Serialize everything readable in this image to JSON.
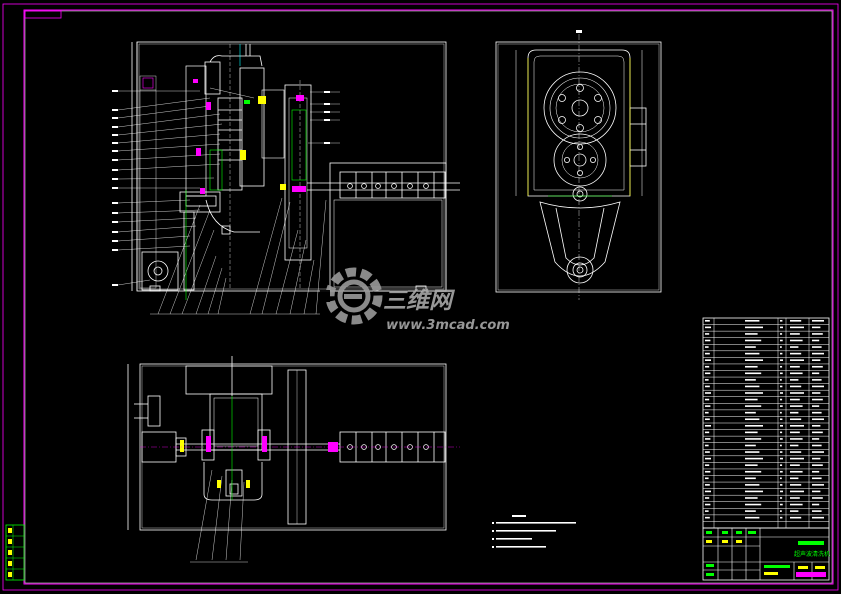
{
  "watermark": {
    "brand": "三维网",
    "site": "www.3mcad.com",
    "brand_color": "#a8a8a8"
  },
  "colors": {
    "background": "#000000",
    "line": "#ffffff",
    "accent_green": "#00ff00",
    "accent_yellow": "#ffff00",
    "accent_magenta": "#ff00ff",
    "accent_cyan": "#00ffff"
  },
  "title_block": {
    "drawing_title": "超声波清洗机",
    "drawing_no": "图号"
  }
}
